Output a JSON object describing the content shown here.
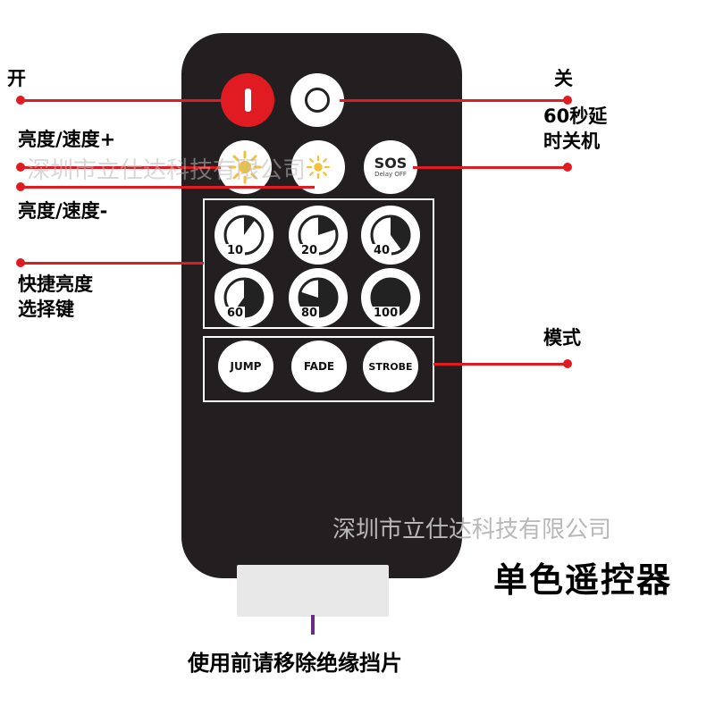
{
  "labels": {
    "on": "开",
    "off": "关",
    "timer_off_1": "60秒延",
    "timer_off_2": "时关机",
    "brightness_up": "亮度/速度+",
    "brightness_down": "亮度/速度-",
    "quick_brightness_1": "快捷亮度",
    "quick_brightness_2": "选择键",
    "mode": "模式"
  },
  "buttons": {
    "sos_main": "SOS",
    "sos_sub": "Delay OFF",
    "levels": [
      "10",
      "20",
      "40",
      "60",
      "80",
      "100"
    ],
    "modes": [
      "JUMP",
      "FADE",
      "STROBE"
    ]
  },
  "levels_fill_fraction": [
    0.1,
    0.2,
    0.4,
    0.6,
    0.8,
    1.0
  ],
  "watermark": "深圳市立仕达科技有限公司",
  "title": "单色遥控器",
  "note": "使用前请移除绝缘挡片",
  "colors": {
    "accent": "#e11b22",
    "remote_body": "#231f20",
    "sun_icon": "#f2c23a"
  }
}
